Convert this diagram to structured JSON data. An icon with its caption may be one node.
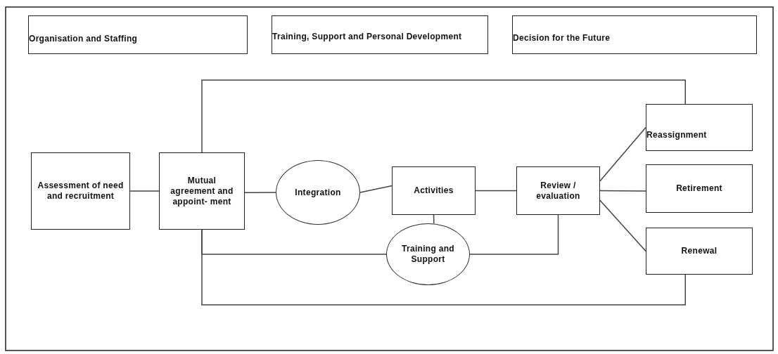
{
  "diagram": {
    "nodes": [
      {
        "text": [
          "Organisation and Staffing"
        ]
      },
      {
        "text": [
          "Training, Support and Personal Development"
        ]
      },
      {
        "text": [
          "Decision for the Future"
        ]
      },
      {
        "text": [
          "Assessment of need and recruitment"
        ]
      },
      {
        "text": [
          "Mutual agreement and appoint- ment"
        ]
      },
      {
        "text": [
          "Integration"
        ]
      },
      {
        "text": [
          "Activities"
        ]
      },
      {
        "text": [
          "Review / evaluation"
        ]
      },
      {
        "text": [
          "Reassignment"
        ]
      },
      {
        "text": [
          "Retirement"
        ]
      },
      {
        "text": [
          "Renewal"
        ]
      },
      {
        "text": [
          "Training and Support"
        ]
      }
    ],
    "edges": [
      {
        "from": 3,
        "to": 4,
        "arrow": "none"
      },
      {
        "from": 4,
        "to": 5,
        "arrow": "none"
      },
      {
        "from": 5,
        "to": 6,
        "arrow": "none"
      },
      {
        "from": 6,
        "to": 7,
        "arrow": "none"
      },
      {
        "from": 7,
        "to": 8,
        "arrow": "none"
      },
      {
        "from": 7,
        "to": 9,
        "arrow": "none"
      },
      {
        "from": 7,
        "to": 10,
        "arrow": "none"
      },
      {
        "from": 6,
        "to": 11,
        "arrow": "none"
      },
      {
        "from": 11,
        "to": 7,
        "arrow": "none"
      },
      {
        "from": 4,
        "to": 11,
        "arrow": "none"
      },
      {
        "from": 4,
        "to": 8,
        "arrow": "none"
      },
      {
        "from": 4,
        "to": 10,
        "arrow": "none"
      }
    ]
  }
}
